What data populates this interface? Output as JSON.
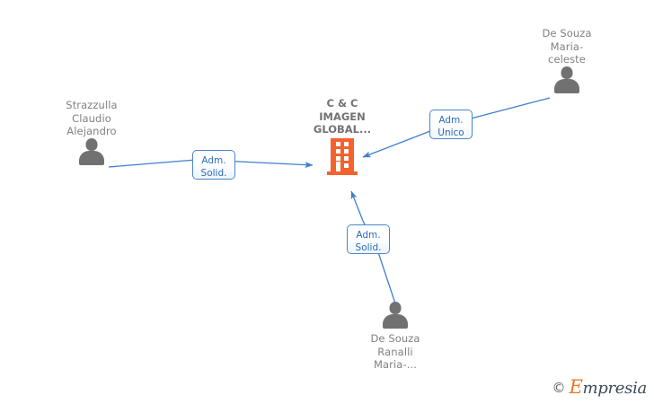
{
  "diagram": {
    "title": "Corporate relationship graph",
    "background_color": "#ffffff",
    "company_color": "#F4622E",
    "person_color": "#717171",
    "edge_color": "#3f7fd0",
    "box_border_color": "#4a86c8",
    "box_text_color": "#2b6cb8",
    "label_text_color": "#808080"
  },
  "company": {
    "name": "C & C\nIMAGEN\nGLOBAL...",
    "icon": "building-icon"
  },
  "persons": [
    {
      "id": "strazzulla",
      "name": "Strazzulla\nClaudio\nAlejandro",
      "icon": "person-icon",
      "label_position": "above"
    },
    {
      "id": "de-souza-maria-celeste",
      "name": "De Souza\nMaria-\nceleste",
      "icon": "person-icon",
      "label_position": "above"
    },
    {
      "id": "de-souza-ranalli",
      "name": "De Souza\nRanalli\nMaria-...",
      "icon": "person-icon",
      "label_position": "below"
    }
  ],
  "relations": [
    {
      "id": "rel-strazzulla",
      "from": "strazzulla",
      "to": "company",
      "label": "Adm.\nSolid."
    },
    {
      "id": "rel-maria-celeste",
      "from": "de-souza-maria-celeste",
      "to": "company",
      "label": "Adm.\nUnico"
    },
    {
      "id": "rel-ranalli",
      "from": "de-souza-ranalli",
      "to": "company",
      "label": "Adm.\nSolid."
    }
  ],
  "watermark": {
    "copyright_symbol": "©",
    "brand_initial": "E",
    "brand_rest": "mpresia"
  }
}
